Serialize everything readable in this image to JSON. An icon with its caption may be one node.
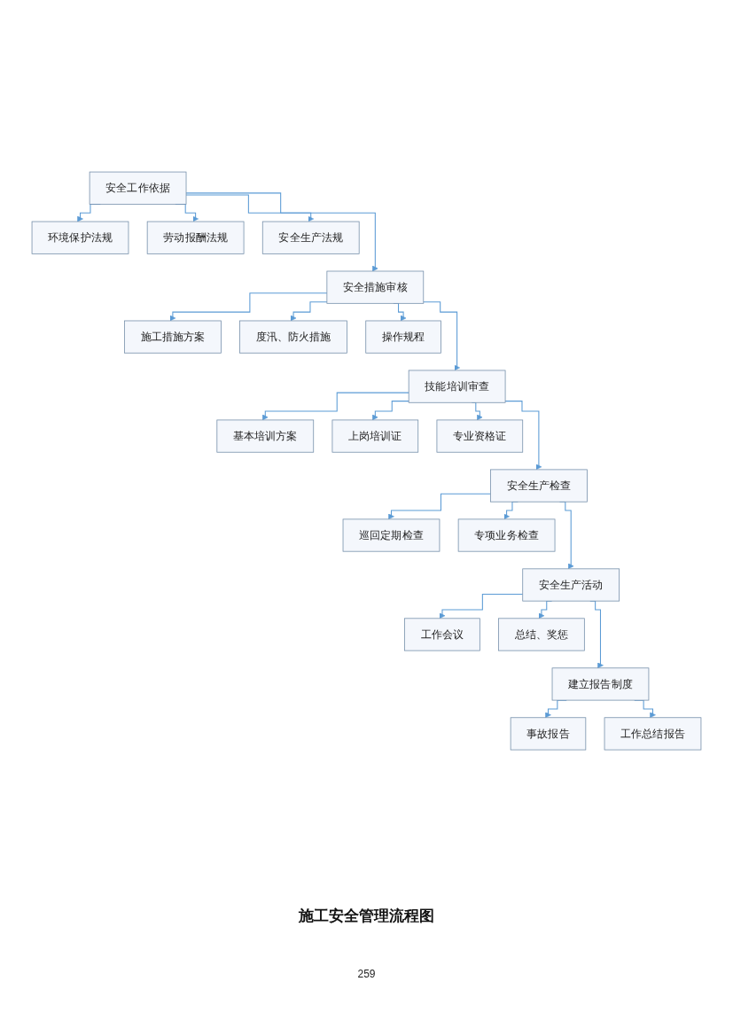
{
  "diagram": {
    "caption": "施工安全管理流程图",
    "nodes": [
      {
        "text": [
          "安全工作依据"
        ]
      },
      {
        "text": [
          "环境保护法规"
        ]
      },
      {
        "text": [
          "劳动报酬法规"
        ]
      },
      {
        "text": [
          "安全生产法规"
        ]
      },
      {
        "text": [
          "安全措施审核"
        ]
      },
      {
        "text": [
          "施工措施方案"
        ]
      },
      {
        "text": [
          "度汛、防火措施"
        ]
      },
      {
        "text": [
          "操作规程"
        ]
      },
      {
        "text": [
          "技能培训审查"
        ]
      },
      {
        "text": [
          "基本培训方案"
        ]
      },
      {
        "text": [
          "上岗培训证"
        ]
      },
      {
        "text": [
          "专业资格证"
        ]
      },
      {
        "text": [
          "安全生产检查"
        ]
      },
      {
        "text": [
          "巡回定期检查"
        ]
      },
      {
        "text": [
          "专项业务检查"
        ]
      },
      {
        "text": [
          "安全生产活动"
        ]
      },
      {
        "text": [
          "工作会议"
        ]
      },
      {
        "text": [
          "总结、奖惩"
        ]
      },
      {
        "text": [
          "建立报告制度"
        ]
      },
      {
        "text": [
          "事故报告"
        ]
      },
      {
        "text": [
          "工作总结报告"
        ]
      }
    ],
    "edges": [
      {
        "from": 0,
        "to": 1,
        "arrow": "to"
      },
      {
        "from": 0,
        "to": 2,
        "arrow": "to"
      },
      {
        "from": 0,
        "to": 3,
        "arrow": "to"
      },
      {
        "from": 0,
        "to": 4,
        "arrow": "to"
      },
      {
        "from": 4,
        "to": 5,
        "arrow": "to"
      },
      {
        "from": 4,
        "to": 6,
        "arrow": "to"
      },
      {
        "from": 4,
        "to": 7,
        "arrow": "to"
      },
      {
        "from": 4,
        "to": 8,
        "arrow": "to"
      },
      {
        "from": 8,
        "to": 9,
        "arrow": "to"
      },
      {
        "from": 8,
        "to": 10,
        "arrow": "to"
      },
      {
        "from": 8,
        "to": 11,
        "arrow": "to"
      },
      {
        "from": 8,
        "to": 12,
        "arrow": "to"
      },
      {
        "from": 12,
        "to": 13,
        "arrow": "to"
      },
      {
        "from": 12,
        "to": 14,
        "arrow": "to"
      },
      {
        "from": 12,
        "to": 15,
        "arrow": "to"
      },
      {
        "from": 15,
        "to": 16,
        "arrow": "to"
      },
      {
        "from": 15,
        "to": 17,
        "arrow": "to"
      },
      {
        "from": 15,
        "to": 18,
        "arrow": "to"
      },
      {
        "from": 18,
        "to": 19,
        "arrow": "to"
      },
      {
        "from": 18,
        "to": 20,
        "arrow": "to"
      }
    ],
    "labels": [
      "259"
    ]
  }
}
